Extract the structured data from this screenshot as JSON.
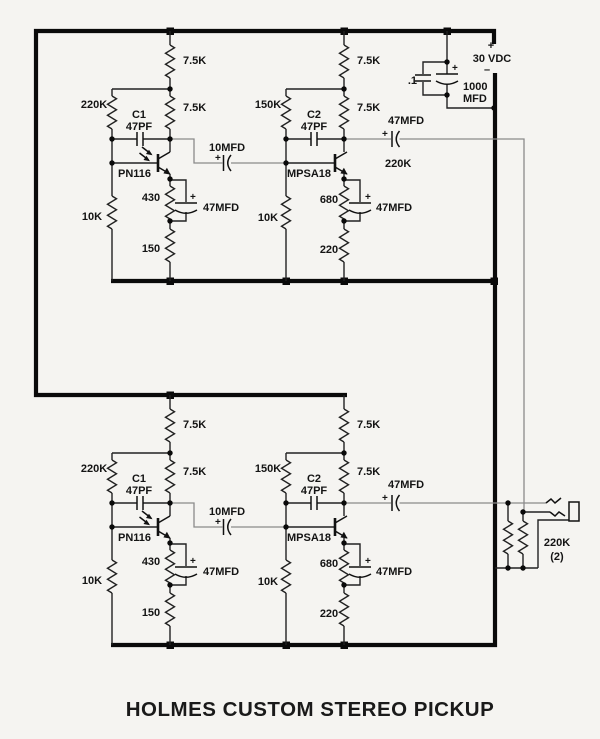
{
  "title": "HOLMES CUSTOM STEREO PICKUP",
  "power": {
    "plus": "+",
    "voltage": "30 VDC",
    "minus": "–",
    "c_small": ".1",
    "c_big_plus": "+",
    "c_big_line1": "1000",
    "c_big_line2": "MFD"
  },
  "output_jack": {
    "r_load_value": "220K",
    "r_load_qty": "(2)"
  },
  "channels": [
    {
      "r_7p5k_a": "7.5K",
      "r_220k": "220K",
      "r_7p5k_b": "7.5K",
      "c1_name": "C1",
      "c1_value": "47PF",
      "q1": "PN116",
      "r_10k_left": "10K",
      "r_430": "430",
      "r_150": "150",
      "c_bypass1_plus": "+",
      "c_bypass1": "47MFD",
      "c_couple": "10MFD",
      "c_couple_plus": "+",
      "r_150k": "150K",
      "r_7p5k_c": "7.5K",
      "r_7p5k_d": "7.5K",
      "c2_name": "C2",
      "c2_value": "47PF",
      "q2": "MPSA18",
      "r_10k_right": "10K",
      "r_680": "680",
      "r_220": "220",
      "c_bypass2_plus": "+",
      "c_bypass2": "47MFD",
      "c_out": "47MFD",
      "c_out_plus": "+",
      "load": "220K"
    },
    {
      "r_7p5k_a": "7.5K",
      "r_220k": "220K",
      "r_7p5k_b": "7.5K",
      "c1_name": "C1",
      "c1_value": "47PF",
      "q1": "PN116",
      "r_10k_left": "10K",
      "r_430": "430",
      "r_150": "150",
      "c_bypass1_plus": "+",
      "c_bypass1": "47MFD",
      "c_couple": "10MFD",
      "c_couple_plus": "+",
      "r_150k": "150K",
      "r_7p5k_c": "7.5K",
      "r_7p5k_d": "7.5K",
      "c2_name": "C2",
      "c2_value": "47PF",
      "q2": "MPSA18",
      "r_10k_right": "10K",
      "r_680": "680",
      "r_220": "220",
      "c_bypass2_plus": "+",
      "c_bypass2": "47MFD",
      "c_out": "47MFD",
      "c_out_plus": "+"
    }
  ]
}
